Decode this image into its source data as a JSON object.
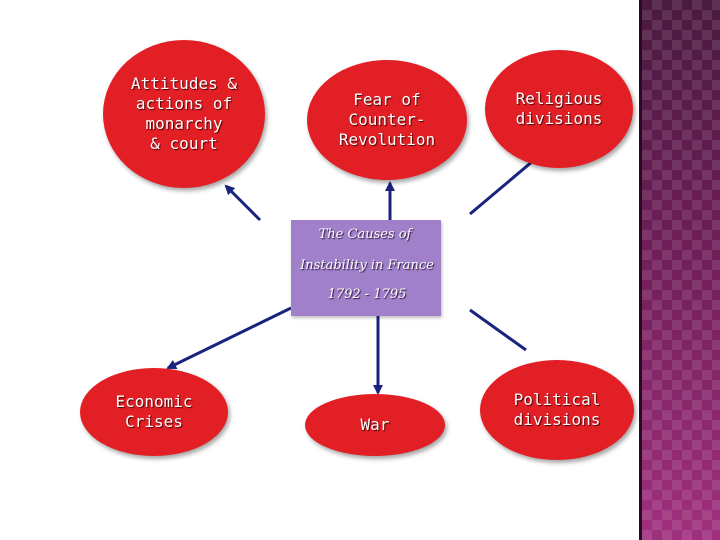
{
  "center": {
    "line1": "The Causes of",
    "line2": "Instability in France",
    "line3": "1792 - 1795"
  },
  "nodes": {
    "attitudes": "Attitudes &\nactions of\nmonarchy\n& court",
    "fear": "Fear of\nCounter-\nRevolution",
    "religious": "Religious\ndivisions",
    "economic": "Economic\nCrises",
    "war": "War",
    "political": "Political\ndivisions"
  },
  "colors": {
    "node_fill": "#e31f26",
    "center_fill": "#a080c8",
    "arrow": "#1a237e",
    "side_panel": "#6e1e58"
  }
}
